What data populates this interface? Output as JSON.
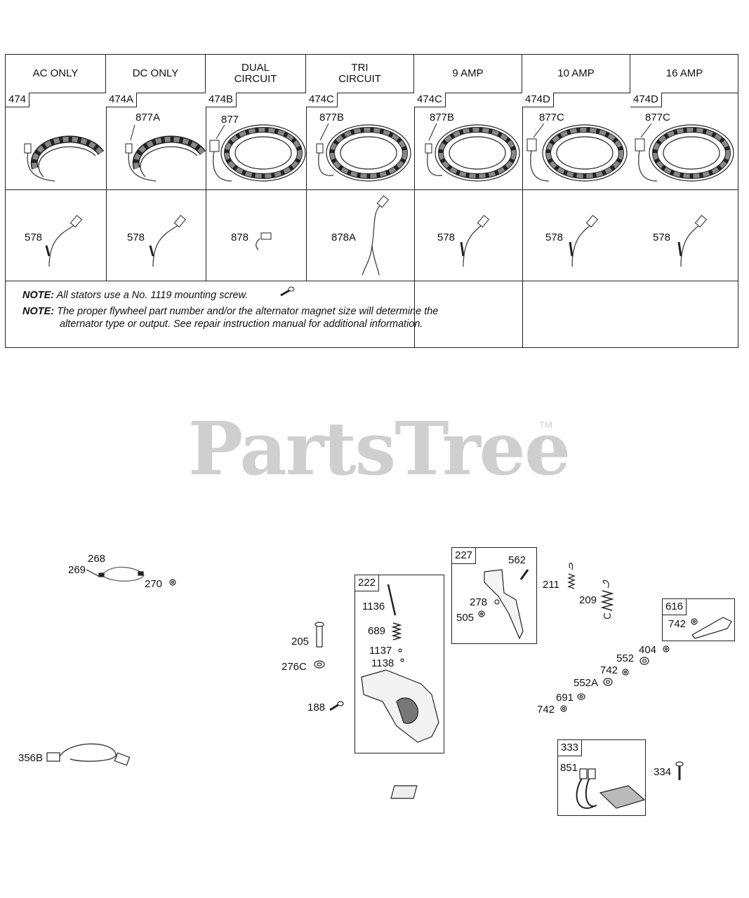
{
  "table": {
    "headers": [
      "AC ONLY",
      "DC ONLY",
      "DUAL\nCIRCUIT",
      "TRI\nCIRCUIT",
      "9 AMP",
      "10 AMP",
      "16 AMP"
    ],
    "stator_parts": [
      "474",
      "474A",
      "474B",
      "474C",
      "474C",
      "474D",
      "474D"
    ],
    "lead_parts": [
      "",
      "877A",
      "877",
      "877B",
      "877B",
      "877C",
      "877C"
    ],
    "bottom_parts": [
      "578",
      "578",
      "878",
      "878A",
      "578",
      "578",
      "578"
    ],
    "note1_prefix": "NOTE:",
    "note1_text": "All stators use a No. 1119 mounting screw.",
    "note2_prefix": "NOTE:",
    "note2_text": "The proper flywheel part number and/or the alternator magnet size will determine the alternator type or output. See repair instruction manual for additional information."
  },
  "watermark": {
    "text": "PartsTree",
    "tm": "TM"
  },
  "diagram": {
    "box_labels": {
      "b222": "222",
      "b227": "227",
      "b616": "616",
      "b333": "333"
    },
    "parts": {
      "p268": "268",
      "p269": "269",
      "p270": "270",
      "p356b": "356B",
      "p205": "205",
      "p276c": "276C",
      "p188": "188",
      "p1136": "1136",
      "p689": "689",
      "p1137": "1137",
      "p1138": "1138",
      "p562": "562",
      "p278": "278",
      "p505": "505",
      "p211": "211",
      "p209": "209",
      "p742a": "742",
      "p404": "404",
      "p552": "552",
      "p742b": "742",
      "p552a": "552A",
      "p691": "691",
      "p742c": "742",
      "p851": "851",
      "p334": "334"
    }
  }
}
